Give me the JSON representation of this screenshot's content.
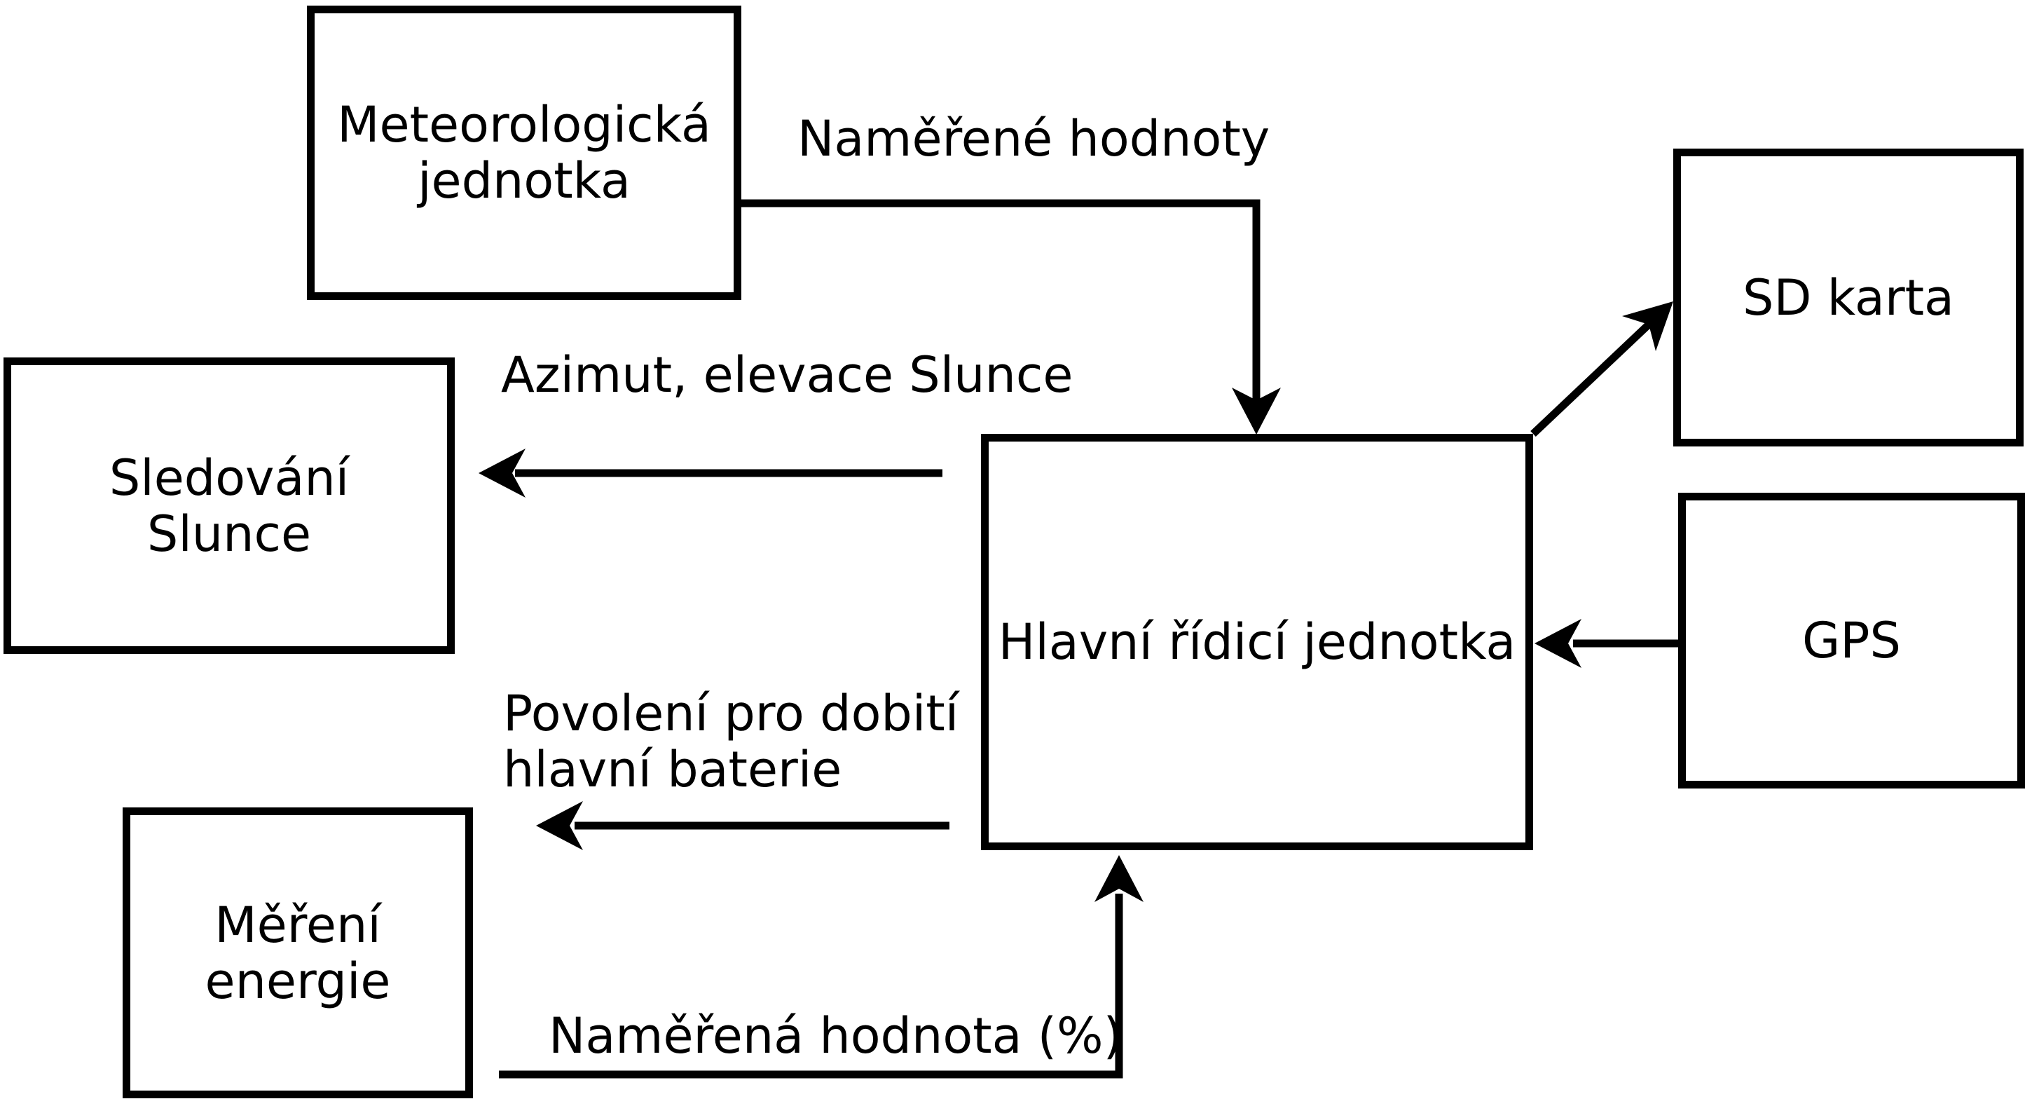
{
  "diagram": {
    "background": "#ffffff",
    "stroke": "#000000",
    "boxes": {
      "meteo": {
        "lines": [
          "Meteorologická",
          "jednotka"
        ]
      },
      "sd": {
        "lines": [
          "SD karta"
        ]
      },
      "sledovani": {
        "lines": [
          "Sledování",
          "Slunce"
        ]
      },
      "gps": {
        "lines": [
          "GPS"
        ]
      },
      "hlavni": {
        "lines": [
          "Hlavní řídicí jednotka"
        ]
      },
      "mereni": {
        "lines": [
          "Měření",
          "energie"
        ]
      }
    },
    "edge_labels": {
      "namerene": "Naměřené hodnoty",
      "azimut": "Azimut, elevace Slunce",
      "povoleni_line1": "Povolení pro dobití",
      "povoleni_line2": "hlavní baterie",
      "namerena": "Naměřená hodnota (%)"
    }
  }
}
